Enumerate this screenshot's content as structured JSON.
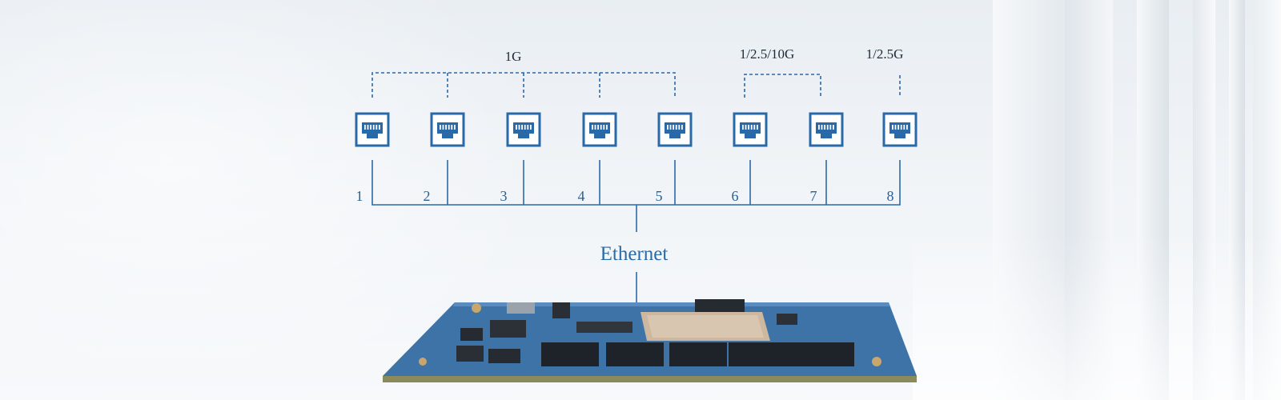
{
  "groups": [
    {
      "label": "1G"
    },
    {
      "label": "1/2.5/10G"
    },
    {
      "label": "1/2.5G"
    }
  ],
  "ports": [
    {
      "number": "1"
    },
    {
      "number": "2"
    },
    {
      "number": "3"
    },
    {
      "number": "4"
    },
    {
      "number": "5"
    },
    {
      "number": "6"
    },
    {
      "number": "7"
    },
    {
      "number": "8"
    }
  ],
  "bus_label": "Ethernet",
  "icons": {
    "port": "rj45-port-icon"
  },
  "colors": {
    "accent": "#2a69a8",
    "board": "#3b6fa3",
    "chip": "#1e2329",
    "heatspreader": "#c9b39a"
  }
}
